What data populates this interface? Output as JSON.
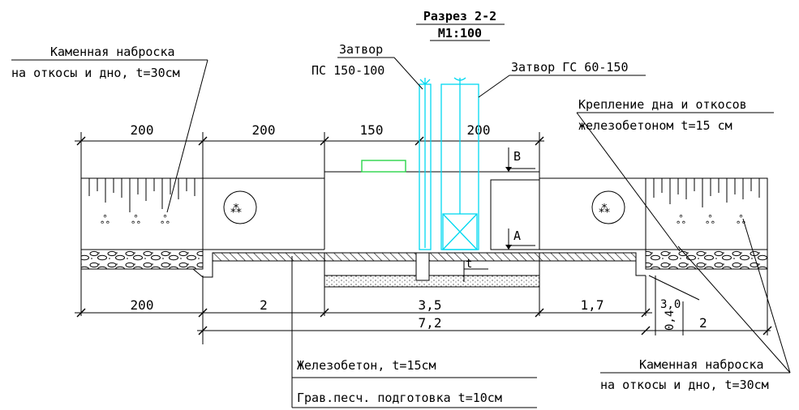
{
  "title": {
    "name": "Разрез 2-2",
    "scale": "М1:100"
  },
  "labels": {
    "stone_left_1": "Каменная наброска",
    "stone_left_2": "на откосы и дно, t=30см",
    "gate_ps_1": "Затвор",
    "gate_ps_2": "ПС 150-100",
    "gate_gs": "Затвор ГС 60-150",
    "lining_1": "Крепление дна и откосов",
    "lining_2": "железобетоном t=15 см",
    "stone_right_1": "Каменная наброска",
    "stone_right_2": "на откосы и дно, t=30см",
    "concrete": "Железобетон, t=15см",
    "gravel": "Грав.песч. подготовка t=10см",
    "mark_b": "B",
    "mark_a": "A",
    "mark_t": "t"
  },
  "dims_top": [
    "200",
    "200",
    "150",
    "200"
  ],
  "dims_bottom": {
    "left": "200",
    "d1": "2",
    "d2": "3,5",
    "d3": "1,7",
    "total": "7,2",
    "vertical": "0,4",
    "slope": "3,0",
    "right": "2"
  },
  "colors": {
    "lines": "#000000",
    "gate": "#00d8f0",
    "marker": "#2bd44a"
  }
}
